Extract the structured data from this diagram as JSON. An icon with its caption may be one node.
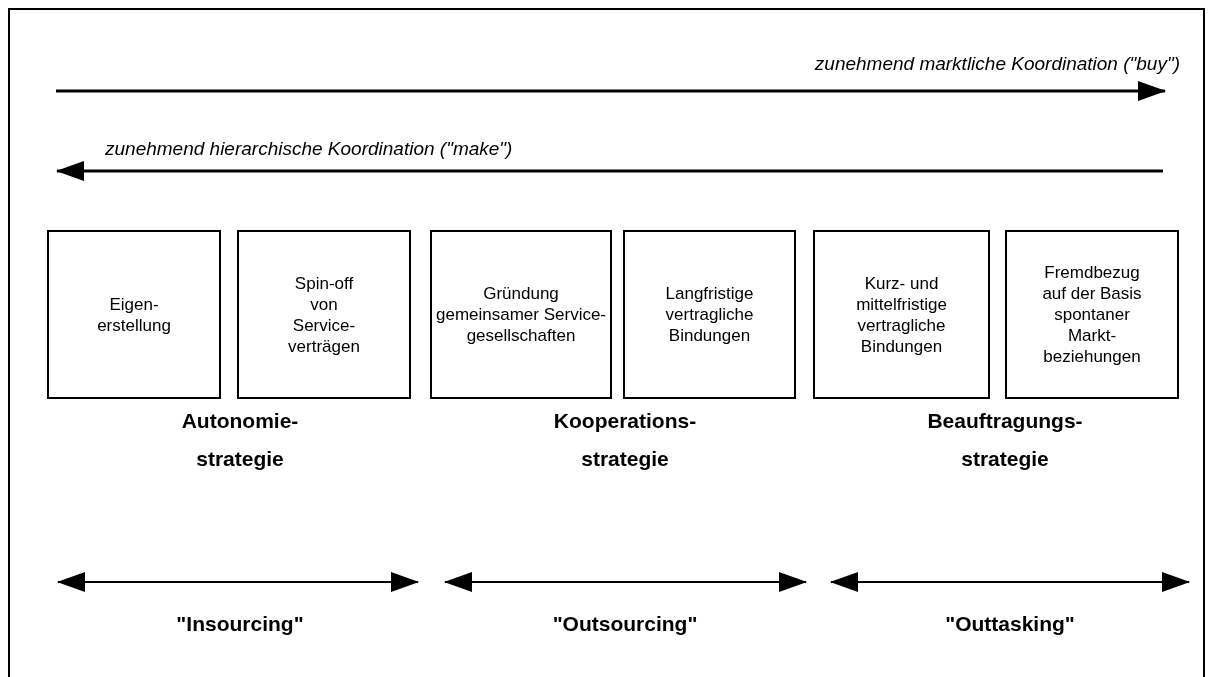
{
  "diagram": {
    "nodes": [
      {
        "text": [
          "Eigen- erstellung"
        ]
      },
      {
        "text": [
          "Spin-off von Service- verträgen"
        ]
      },
      {
        "text": [
          "Gründung gemeinsamer Service- gesellschaften"
        ]
      },
      {
        "text": [
          "Langfristige vertragliche Bindungen"
        ]
      },
      {
        "text": [
          "Kurz- und mittelfristige vertragliche Bindungen"
        ]
      },
      {
        "text": [
          "Fremdbezug auf der Basis spontaner Markt- beziehungen"
        ]
      }
    ],
    "labels": [
      "zunehmend marktliche Koordination (\"buy\")",
      "zunehmend hierarchische Koordination (\"make\")",
      "Autonomie- strategie",
      "Kooperations- strategie",
      "Beauftragungs- strategie",
      "\"Insourcing\"",
      "\"Outsourcing\"",
      "\"Outtasking\""
    ]
  }
}
